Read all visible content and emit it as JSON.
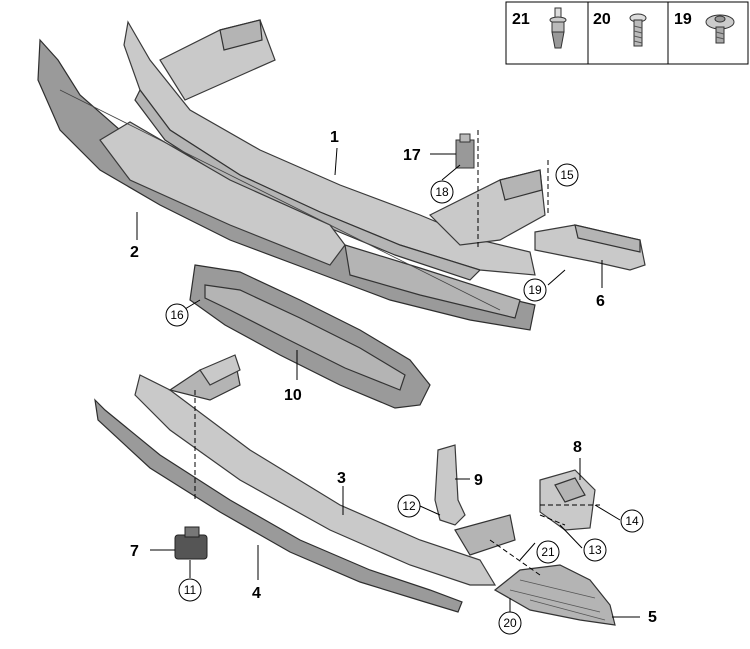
{
  "legend": {
    "items": [
      {
        "number": "21",
        "icon": "screw-21-icon"
      },
      {
        "number": "20",
        "icon": "screw-20-icon"
      },
      {
        "number": "19",
        "icon": "screw-19-icon"
      }
    ]
  },
  "callouts": {
    "c1": "1",
    "c2": "2",
    "c3": "3",
    "c4": "4",
    "c5": "5",
    "c6": "6",
    "c7": "7",
    "c8": "8",
    "c9": "9",
    "c10": "10",
    "c17": "17"
  },
  "circled": {
    "c11": "11",
    "c12": "12",
    "c13": "13",
    "c14": "14",
    "c15": "15",
    "c16": "16",
    "c18": "18",
    "c19": "19",
    "c20": "20",
    "c21": "21"
  }
}
